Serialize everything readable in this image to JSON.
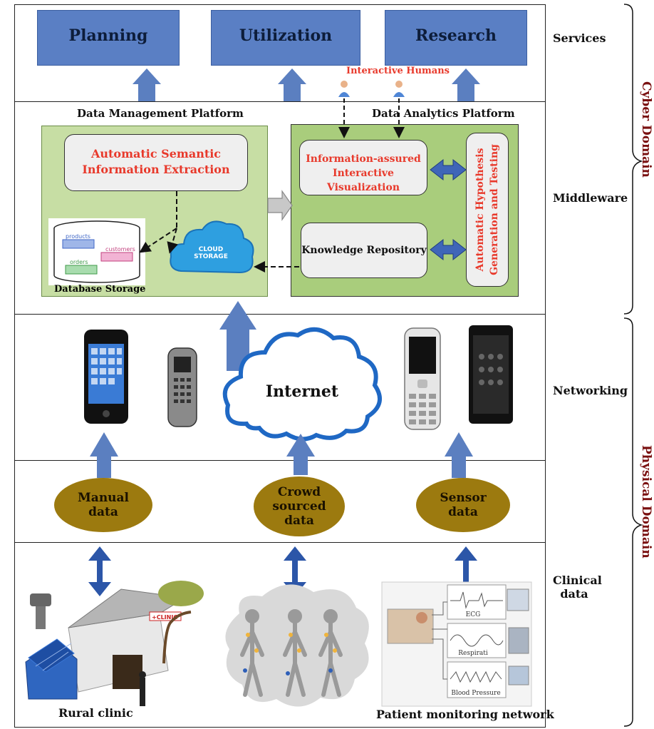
{
  "services": {
    "planning": "Planning",
    "utilization": "Utilization",
    "research": "Research",
    "interactive_humans": "Interactive Humans"
  },
  "layers": {
    "services": "Services",
    "middleware": "Middleware",
    "networking": "Networking",
    "clinical_data": [
      "Clinical",
      "data"
    ]
  },
  "domains": {
    "cyber": "Cyber Domain",
    "physical": "Physical Domain"
  },
  "data_management": {
    "title": "Data Management Platform",
    "extraction": [
      "Automatic Semantic",
      "Information Extraction"
    ],
    "database_label": "Database Storage",
    "db_tables": [
      "products",
      "customers",
      "orders"
    ],
    "cloud_label": [
      "CLOUD",
      "STORAGE"
    ]
  },
  "data_analytics": {
    "title": "Data Analytics Platform",
    "visualization": [
      "Information-assured",
      "Interactive Visualization"
    ],
    "knowledge": "Knowledge Repository",
    "hypothesis": [
      "Automatic Hypothesis",
      "Generation and Testing"
    ]
  },
  "networking": {
    "internet": "Internet"
  },
  "data_sources": {
    "manual": [
      "Manual",
      "data"
    ],
    "crowd": [
      "Crowd",
      "sourced",
      "data"
    ],
    "sensor": [
      "Sensor",
      "data"
    ]
  },
  "clinical": {
    "rural_clinic": "Rural clinic",
    "patient_network": "Patient monitoring network",
    "clinic_sign": "+CLINIC",
    "ecg": "ECG",
    "respiration": "Respirati",
    "blood_pressure": "Blood Pressure"
  },
  "colors": {
    "service_box": "#5a7fc4",
    "arrow": "#5b7fc0",
    "platform_bg": "#c7dea4",
    "oval": "#9c7a0f",
    "accent_red": "#e8392b",
    "domain": "#7a1010"
  }
}
